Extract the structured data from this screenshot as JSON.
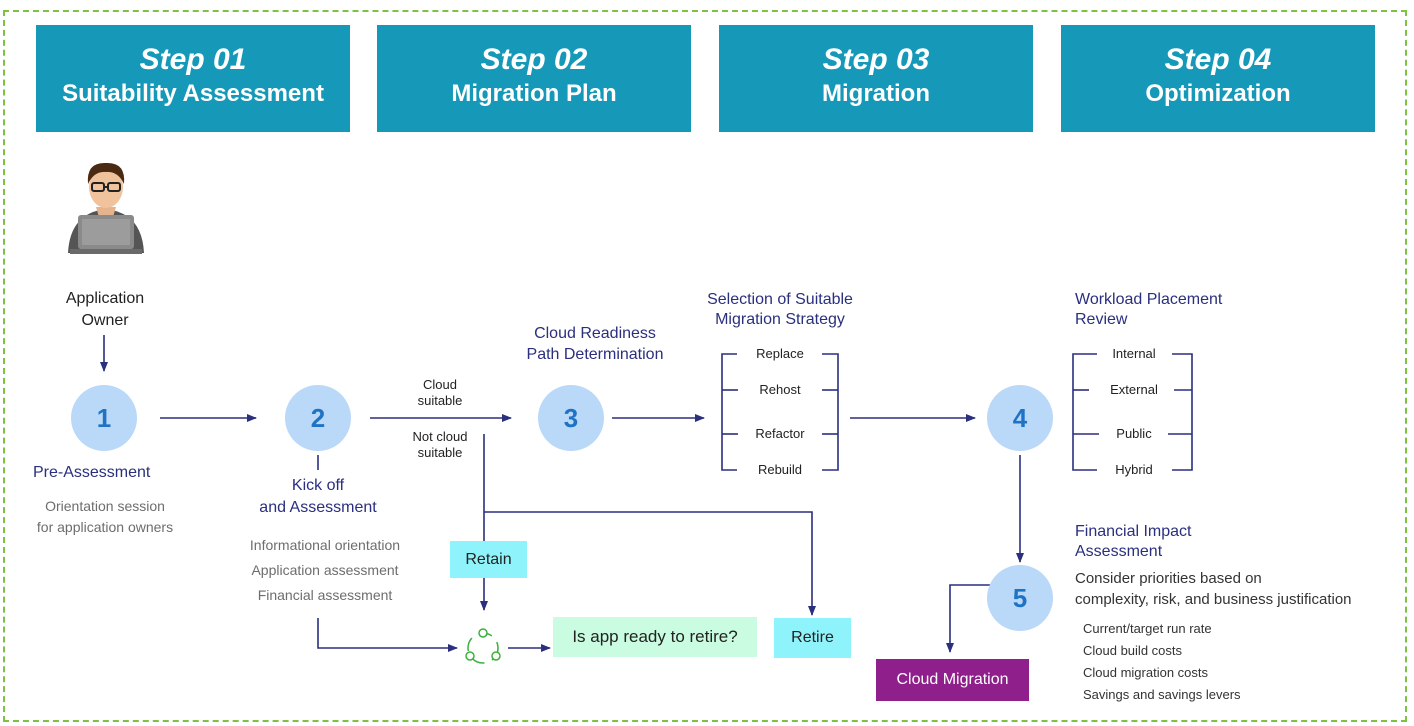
{
  "steps": [
    {
      "num": "Step 01",
      "title": "Suitability Assessment"
    },
    {
      "num": "Step 02",
      "title": "Migration Plan"
    },
    {
      "num": "Step 03",
      "title": "Migration"
    },
    {
      "num": "Step 04",
      "title": "Optimization"
    }
  ],
  "owner": {
    "line1": "Application",
    "line2": "Owner"
  },
  "circles": [
    "1",
    "2",
    "3",
    "4",
    "5"
  ],
  "pre_assessment": {
    "title": "Pre-Assessment",
    "desc1": "Orientation session",
    "desc2": "for application owners"
  },
  "kickoff": {
    "title1": "Kick off",
    "title2": "and Assessment",
    "items": [
      "Informational orientation",
      "Application assessment",
      "Financial assessment"
    ]
  },
  "branch": {
    "cloud1": "Cloud",
    "cloud2": "suitable",
    "not1": "Not cloud",
    "not2": "suitable"
  },
  "readiness": {
    "line1": "Cloud Readiness",
    "line2": "Path Determination"
  },
  "strategy": {
    "line1": "Selection of Suitable",
    "line2": "Migration Strategy",
    "items": [
      "Replace",
      "Rehost",
      "Refactor",
      "Rebuild"
    ]
  },
  "workload": {
    "line1": "Workload Placement",
    "line2": "Review",
    "items": [
      "Internal",
      "External",
      "Public",
      "Hybrid"
    ]
  },
  "financial": {
    "line1": "Financial Impact",
    "line2": "Assessment",
    "desc1": "Consider priorities based on",
    "desc2": "complexity, risk, and business justification",
    "items": [
      "Current/target run rate",
      "Cloud build costs",
      "Cloud migration costs",
      "Savings and savings levers"
    ]
  },
  "retain": "Retain",
  "retire_question": "Is app ready to retire?",
  "retire": "Retire",
  "cloud_migration": "Cloud Migration",
  "colors": {
    "step": "#1699b8",
    "circle": "#bad8f7",
    "circle_text": "#1f73c4",
    "arrow": "#2a2f7e",
    "frame": "#7dc242",
    "retain_box": "#8ff3fb",
    "retire_question_box": "#c9fce0",
    "cloud_migration_box": "#8e1f8b"
  }
}
